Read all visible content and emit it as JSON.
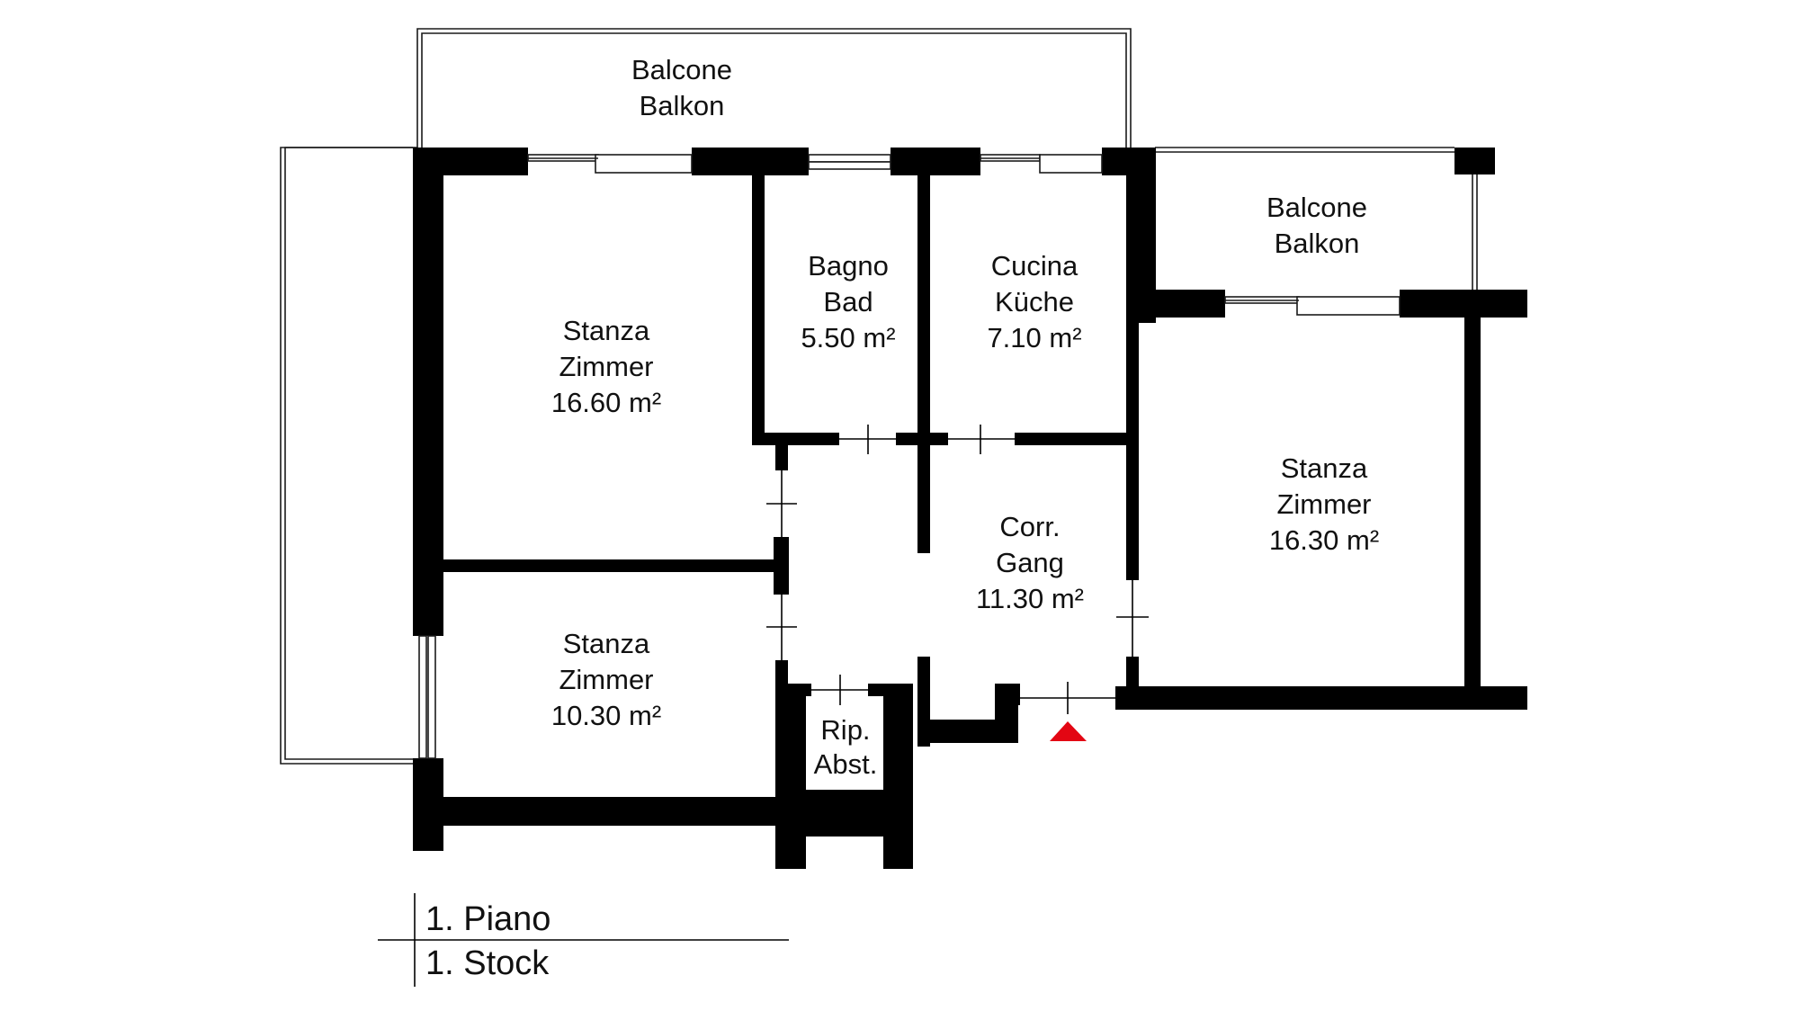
{
  "rooms": [
    {
      "id": "balcony-top",
      "line1": "Balcone",
      "line2": "Balkon",
      "area": ""
    },
    {
      "id": "balcony-right",
      "line1": "Balcone",
      "line2": "Balkon",
      "area": ""
    },
    {
      "id": "room-large-left",
      "line1": "Stanza",
      "line2": "Zimmer",
      "area": "16.60 m²"
    },
    {
      "id": "bathroom",
      "line1": "Bagno",
      "line2": "Bad",
      "area": "5.50 m²"
    },
    {
      "id": "kitchen",
      "line1": "Cucina",
      "line2": "Küche",
      "area": "7.10 m²"
    },
    {
      "id": "corridor",
      "line1": "Corr.",
      "line2": "Gang",
      "area": "11.30 m²"
    },
    {
      "id": "room-small-left",
      "line1": "Stanza",
      "line2": "Zimmer",
      "area": "10.30 m²"
    },
    {
      "id": "room-right",
      "line1": "Stanza",
      "line2": "Zimmer",
      "area": "16.30 m²"
    },
    {
      "id": "storage",
      "line1": "Rip.",
      "line2": "Abst.",
      "area": ""
    }
  ],
  "legend": {
    "line1": "1. Piano",
    "line2": "1. Stock"
  },
  "colors": {
    "wall": "#000000",
    "entrance_marker": "#e30613",
    "background": "#ffffff"
  }
}
